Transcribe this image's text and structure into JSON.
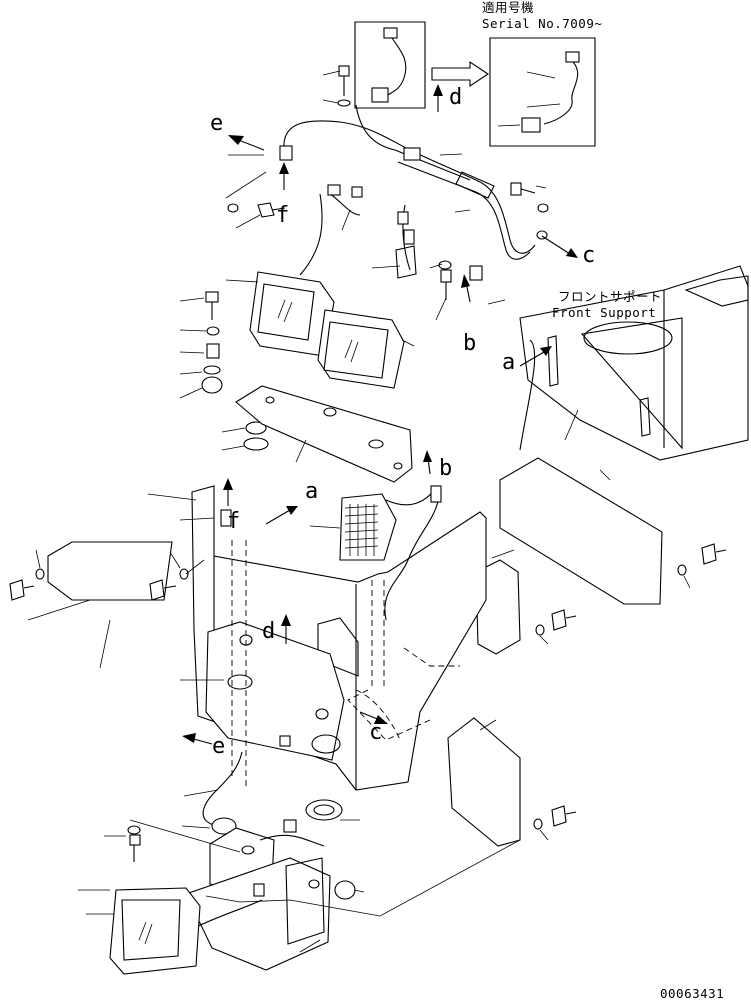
{
  "serial_note": {
    "line1": "適用号機",
    "line2": "Serial No.7009~"
  },
  "front_support": {
    "japanese": "フロントサポート",
    "english": "Front Support"
  },
  "callouts": {
    "a_top": "a",
    "a_mid": "a",
    "b_top": "b",
    "b_mid": "b",
    "c_top": "c",
    "c_bottom": "c",
    "d_top": "d",
    "d_mid": "d",
    "e_top": "e",
    "e_bottom": "e",
    "f_top": "f",
    "f_mid": "f"
  },
  "drawing_number": "00063431"
}
